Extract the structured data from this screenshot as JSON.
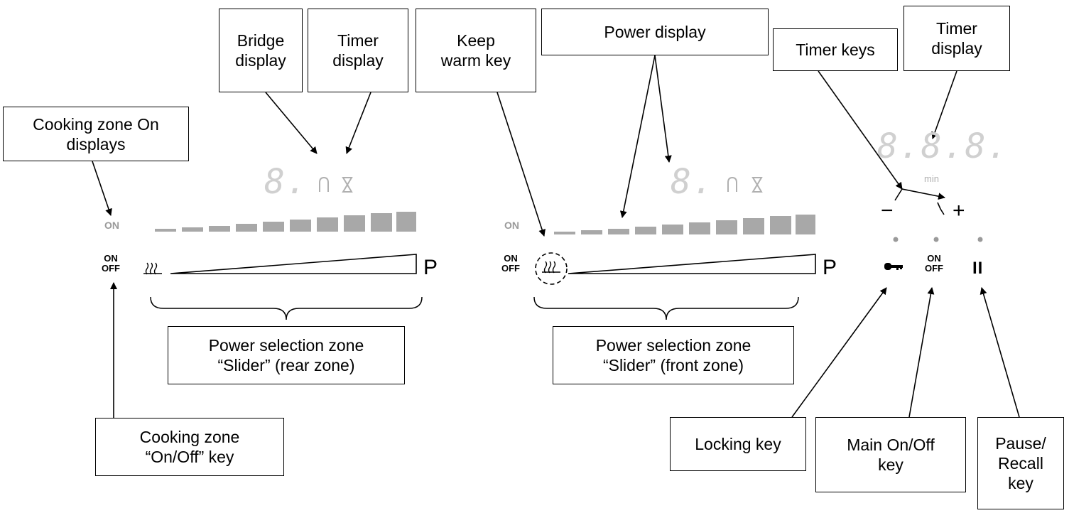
{
  "callouts": {
    "bridge_display": [
      "Bridge",
      "display"
    ],
    "timer_display_zone": [
      "Timer",
      "display"
    ],
    "keep_warm_key": [
      "Keep",
      "warm key"
    ],
    "power_display": [
      "Power display"
    ],
    "timer_keys": [
      "Timer keys"
    ],
    "timer_display_main": [
      "Timer",
      "display"
    ],
    "cooking_zone_on_displays": [
      "Cooking zone On",
      "displays"
    ],
    "power_selection_rear": [
      "Power selection zone",
      "“Slider” (rear zone)"
    ],
    "power_selection_front": [
      "Power selection zone",
      "“Slider” (front zone)"
    ],
    "cooking_zone_onoff_key": [
      "Cooking zone",
      "“On/Off” key"
    ],
    "locking_key": [
      "Locking key"
    ],
    "main_onoff_key": [
      "Main On/Off",
      "key"
    ],
    "pause_recall_key": [
      "Pause/",
      "Recall",
      "key"
    ]
  },
  "panel": {
    "on_indicator": "ON",
    "onoff_on": "ON",
    "onoff_off": "OFF",
    "power_max_label": "P",
    "zone_digit": "8.",
    "timer_digits": "8.8.8.",
    "timer_unit": "min",
    "minus": "−",
    "plus": "+",
    "pause_symbol": "II"
  },
  "colors": {
    "segment_dim": "#d0d0d0",
    "bar_gray": "#a8a8a8",
    "indicator_gray": "#9a9a9a"
  }
}
